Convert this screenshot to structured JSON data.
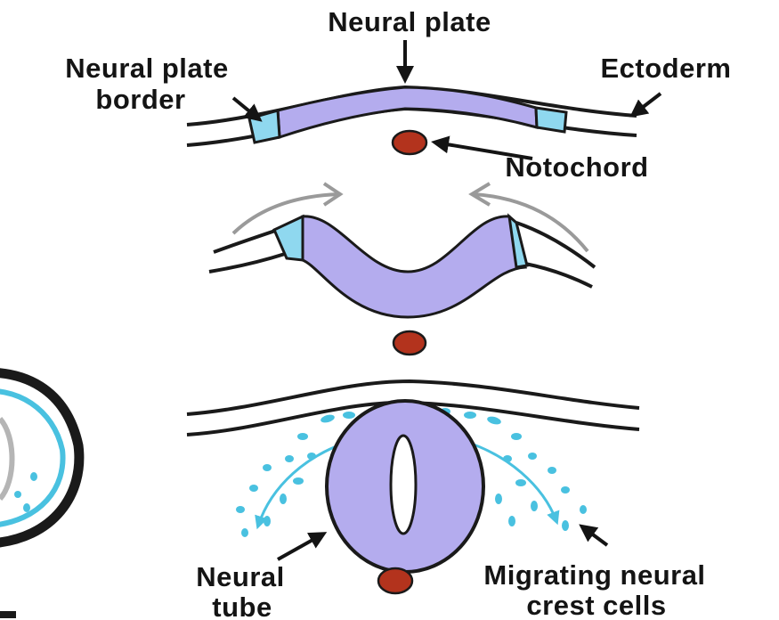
{
  "labels": {
    "neural_plate": "Neural plate",
    "neural_plate_border_1": "Neural plate",
    "neural_plate_border_2": "border",
    "ectoderm": "Ectoderm",
    "notochord": "Notochord",
    "neural_tube_1": "Neural",
    "neural_tube_2": "tube",
    "migrating_1": "Migrating neural",
    "migrating_2": "crest cells"
  },
  "colors": {
    "neural_plate_fill": "#b4acee",
    "border_cells_fill": "#8fd8ef",
    "notochord_fill": "#b3331d",
    "crest_cells": "#49c1e0",
    "outline": "#1a1a1a",
    "fold_arrows": "#9a9a9a"
  }
}
